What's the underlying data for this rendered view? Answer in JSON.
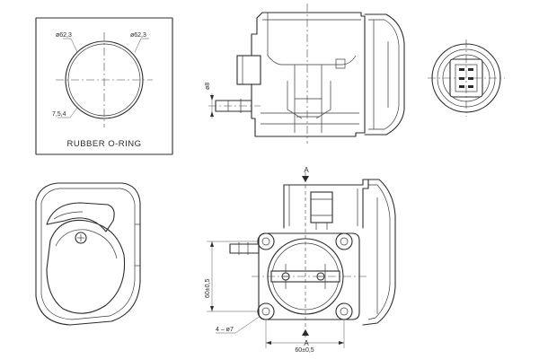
{
  "oring_box": {
    "caption": "RUBBER O-RING",
    "dim_left": "ø62,3",
    "dim_right": "ø62,3",
    "dim_bottom": "7,5,4"
  },
  "side_view": {
    "dim_pipe": "ø8"
  },
  "front_view": {
    "section_mark_top": "A",
    "section_mark_bottom": "A",
    "dim_vertical": "60±0,5",
    "dim_horizontal": "60±0,5",
    "dim_holes": "4 – ø7"
  }
}
